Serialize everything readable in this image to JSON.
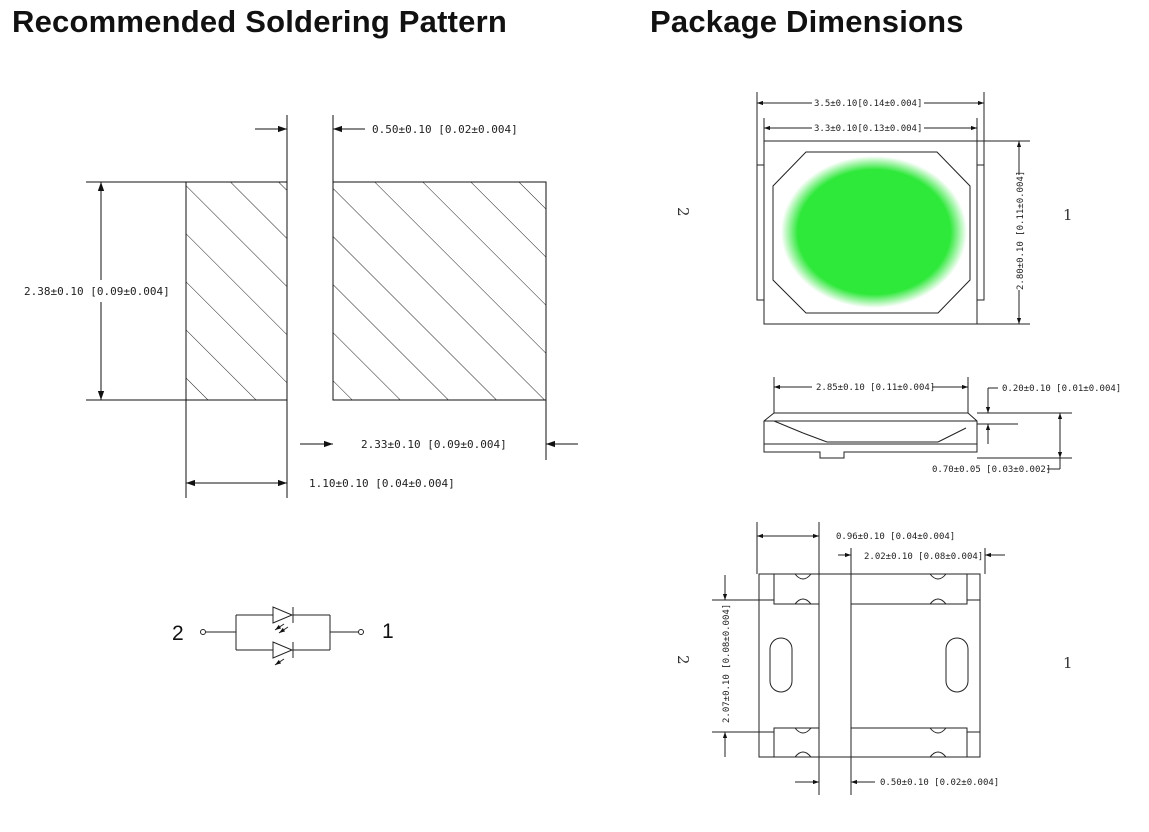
{
  "titles": {
    "left": "Recommended Soldering Pattern",
    "right": "Package Dimensions"
  },
  "soldering": {
    "gap": "0.50±0.10  [0.02±0.004]",
    "height": "2.38±0.10  [0.09±0.004]",
    "right_pad_width": "2.33±0.10  [0.09±0.004]",
    "left_pad_width": "1.10±0.10  [0.04±0.004]"
  },
  "schematic": {
    "pin_left": "2",
    "pin_right": "1"
  },
  "package_top": {
    "overall_width": "3.5±0.10[0.14±0.004]",
    "body_width": "3.3±0.10[0.13±0.004]",
    "height": "2.80±0.10  [0.11±0.004]",
    "pin_left": "2",
    "pin_right": "1",
    "led_color": "#2ee83a"
  },
  "package_side": {
    "width": "2.85±0.10  [0.11±0.004]",
    "top_thickness": "0.20±0.10  [0.01±0.004]",
    "total_thickness": "0.70±0.05  [0.03±0.002]"
  },
  "package_bottom": {
    "left_pad": "0.96±0.10  [0.04±0.004]",
    "right_pad": "2.02±0.10  [0.08±0.004]",
    "pad_height": "2.07±0.10  [0.08±0.004]",
    "gap": "0.50±0.10  [0.02±0.004]",
    "pin_left": "2",
    "pin_right": "1"
  }
}
